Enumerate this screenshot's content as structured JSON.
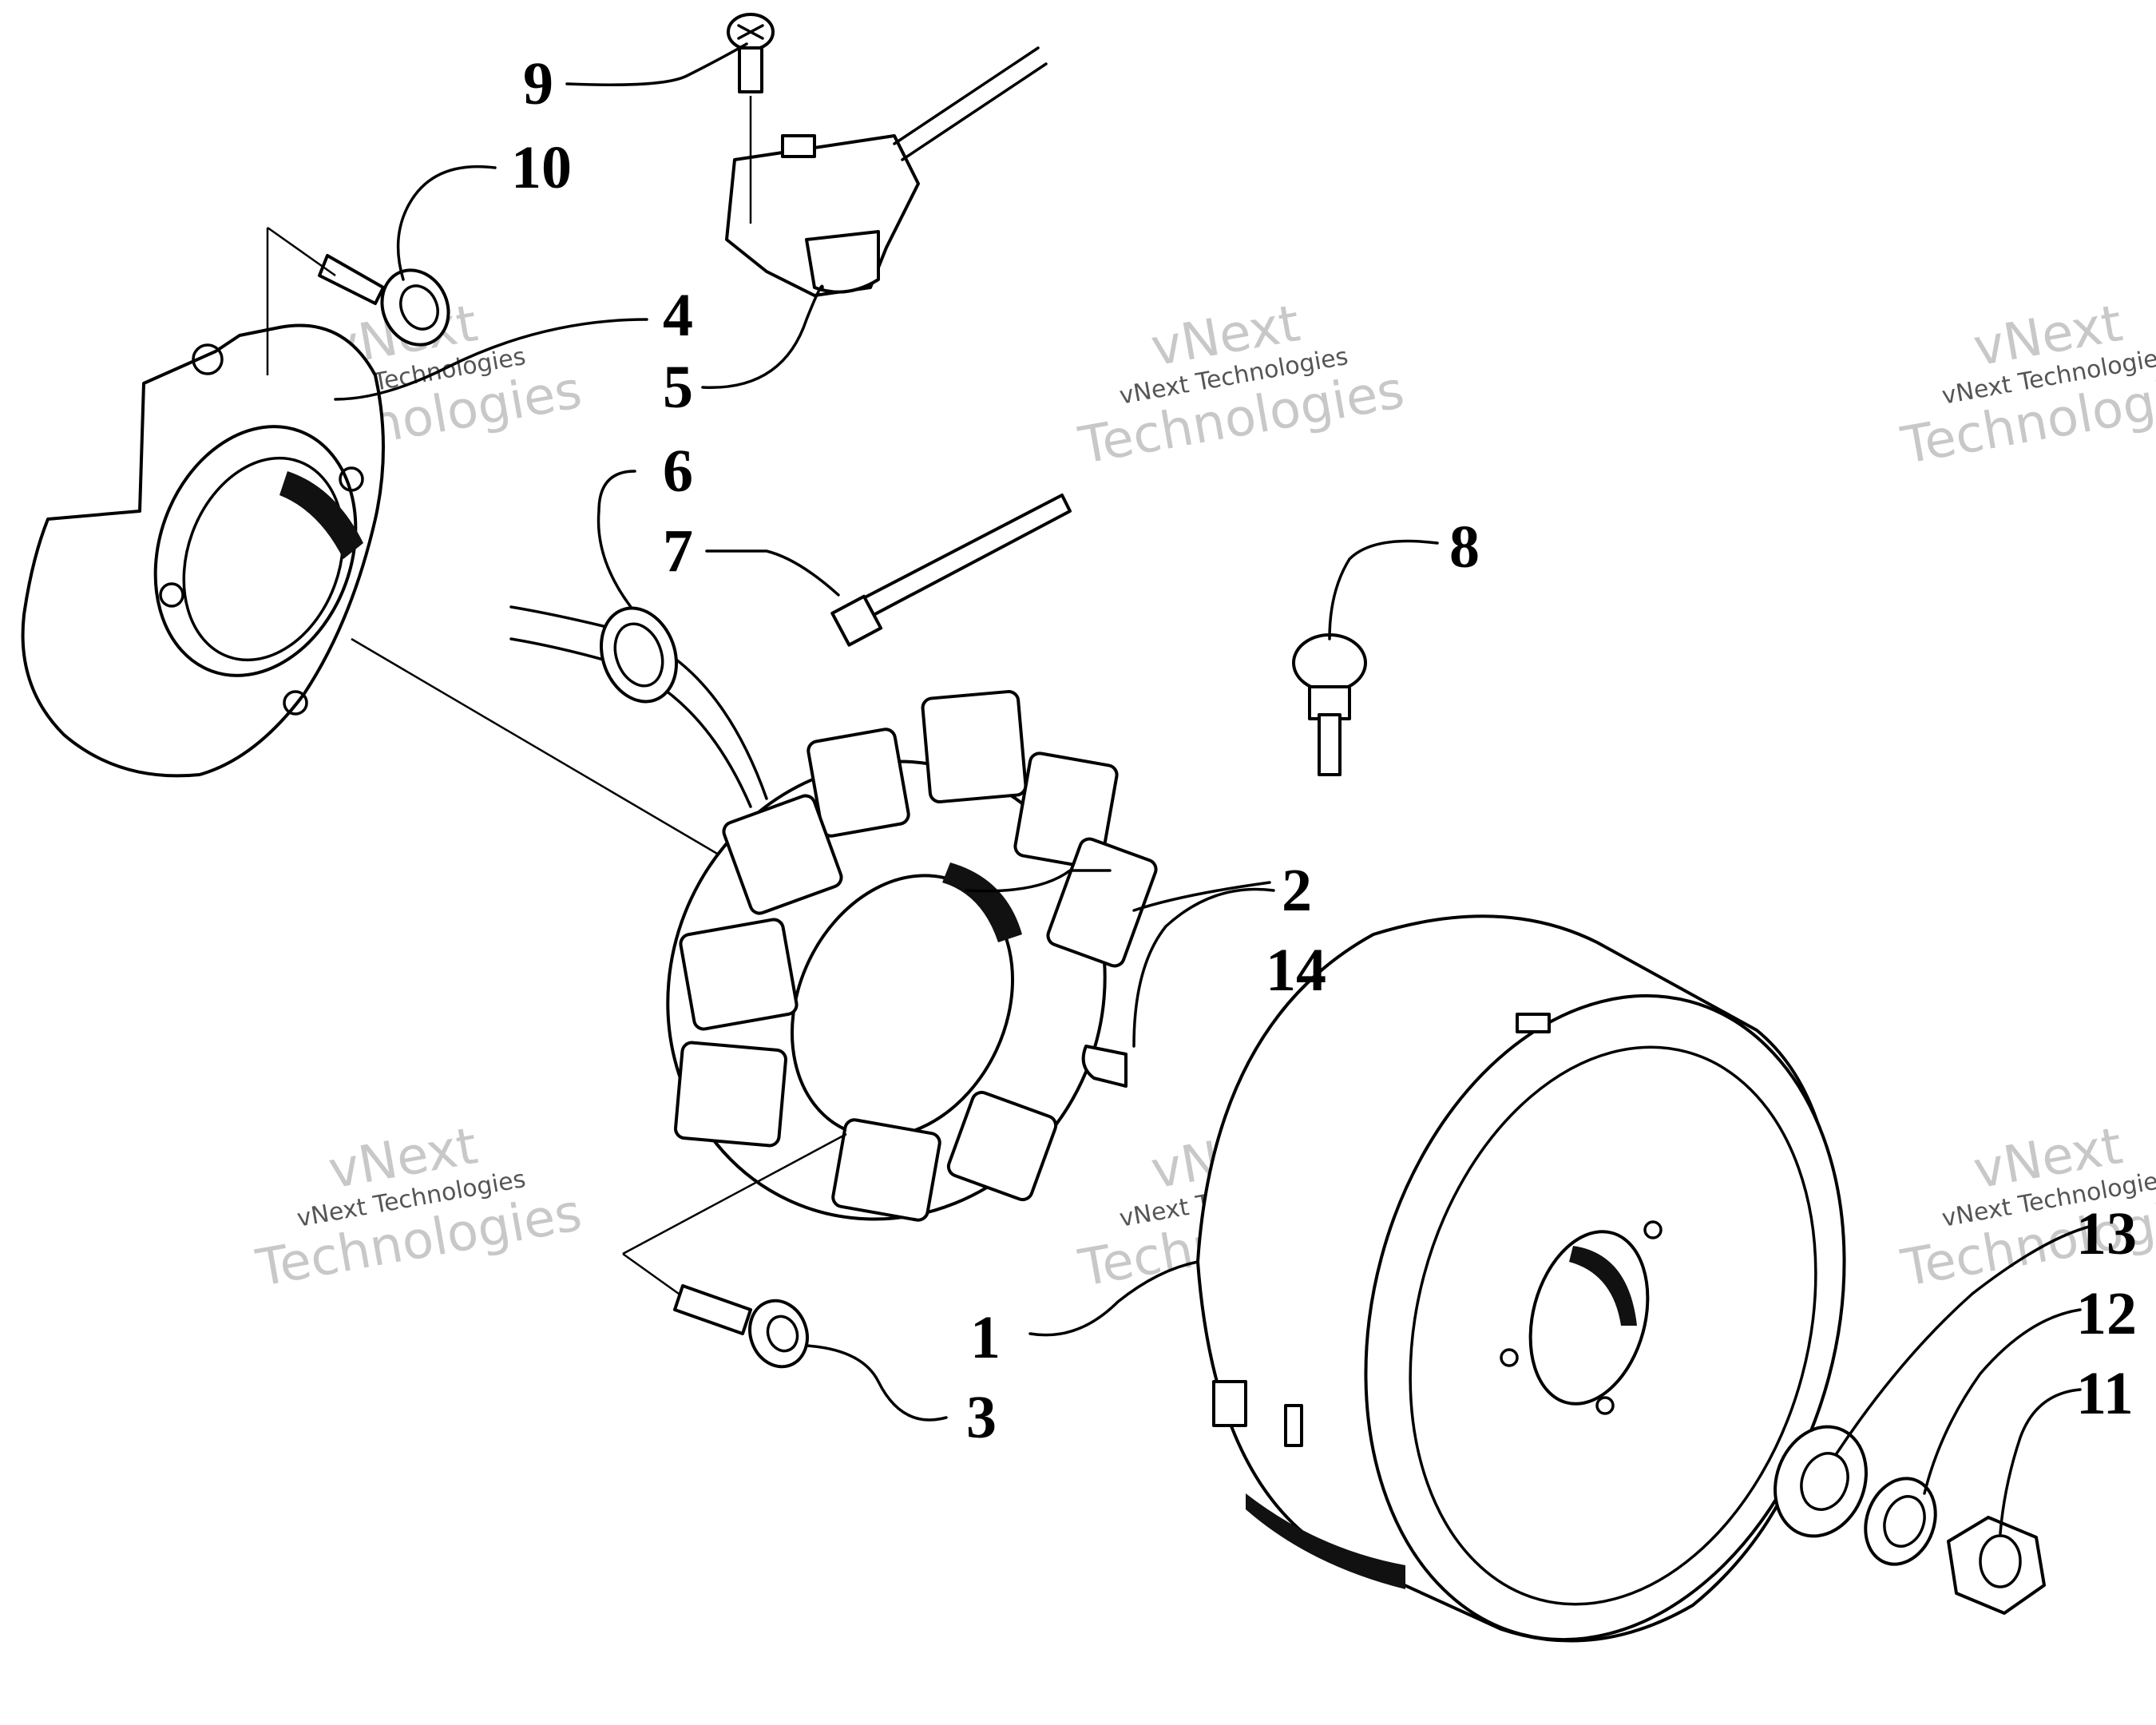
{
  "labels": {
    "l1": "1",
    "l2": "2",
    "l3": "3",
    "l4": "4",
    "l5": "5",
    "l6": "6",
    "l7": "7",
    "l8": "8",
    "l9": "9",
    "l10": "10",
    "l11": "11",
    "l12": "12",
    "l13": "13",
    "l14": "14"
  },
  "watermark": {
    "brand": "vNext",
    "company": "vNext Technologies",
    "word": "Technologies"
  }
}
